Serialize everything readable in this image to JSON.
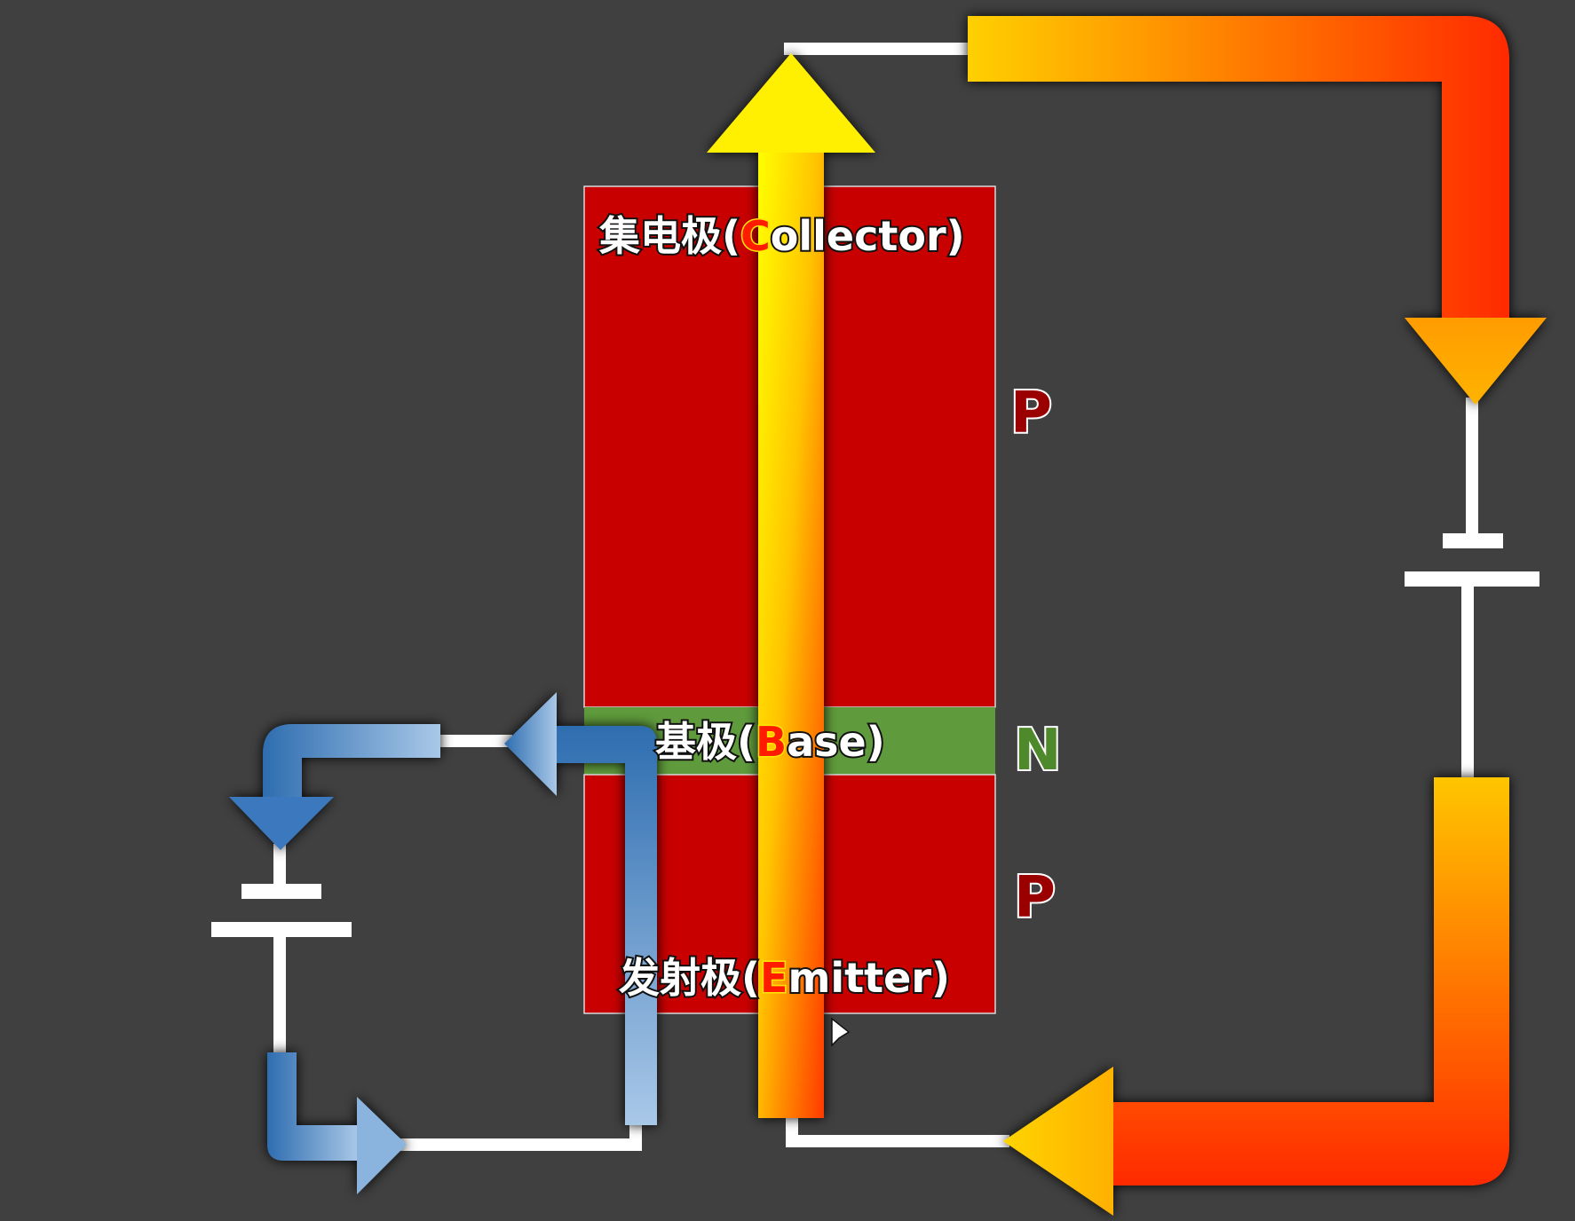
{
  "labels": {
    "collector": {
      "prefix": "集电极(",
      "letter": "C",
      "suffix": "ollector)"
    },
    "base": {
      "prefix": "基极(",
      "letter": "B",
      "suffix": "ase)"
    },
    "emitter": {
      "prefix": "发射极(",
      "letter": "E",
      "suffix": "mitter)"
    }
  },
  "layers": {
    "top": "P",
    "middle": "N",
    "bottom": "P"
  },
  "colors": {
    "p_region": "#c80000",
    "n_region": "#5f9a3c",
    "p_letter": "#9b0000",
    "n_letter": "#4e8a2c",
    "accent_letter": "#ff1a00",
    "wire": "#ffffff",
    "background": "#404040"
  },
  "icons": {
    "collector_current": "orange-gradient-arrow",
    "base_current": "blue-gradient-arrow",
    "batteries": "battery-cell-icon",
    "cursor": "mouse-pointer-icon"
  }
}
